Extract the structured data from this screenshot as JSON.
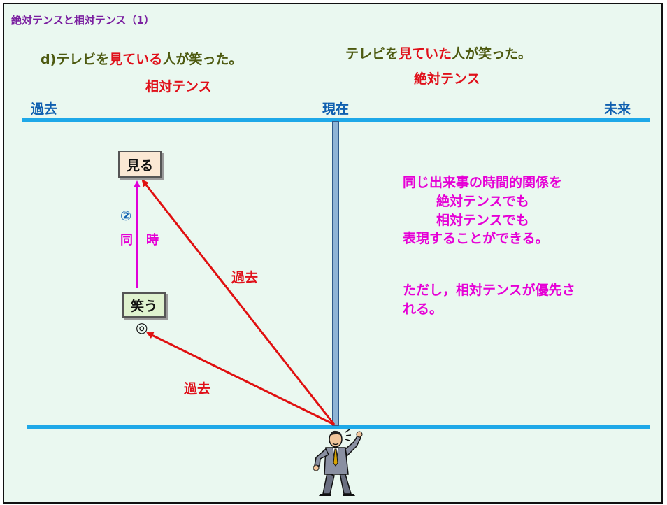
{
  "slide": {
    "title": "絶対テンスと相対テンス（1）",
    "sentence_relative": {
      "prefix": "d)テレビを",
      "verb": "見ている",
      "suffix": "人が笑った。"
    },
    "sentence_absolute": {
      "prefix": "テレビを",
      "verb": "見ていた",
      "suffix": "人が笑った。"
    },
    "relative_tense_label": "相対テンス",
    "absolute_tense_label": "絶対テンス",
    "timeline": {
      "past": "過去",
      "present": "現在",
      "future": "未来"
    },
    "events": {
      "see": "見る",
      "laugh": "笑う"
    },
    "circled_number": "②",
    "simultaneous": [
      "同",
      "時"
    ],
    "double_circle_mark": "◎",
    "arrow_labels": {
      "to_see": "過去",
      "to_laugh": "過去"
    },
    "notes": [
      "同じ出来事の時間的関係を",
      "絶対テンスでも",
      "相対テンスでも",
      "表現することができる。",
      "ただし，相対テンスが優先さ",
      "れる。"
    ],
    "icons": {
      "speaker": "businessman-speaking-icon"
    },
    "colors": {
      "timeline_blue": "#1ea8e8",
      "arrow_red": "#e01010",
      "arrow_magenta": "#e000d8",
      "title_purple": "#7a1fa0"
    }
  }
}
